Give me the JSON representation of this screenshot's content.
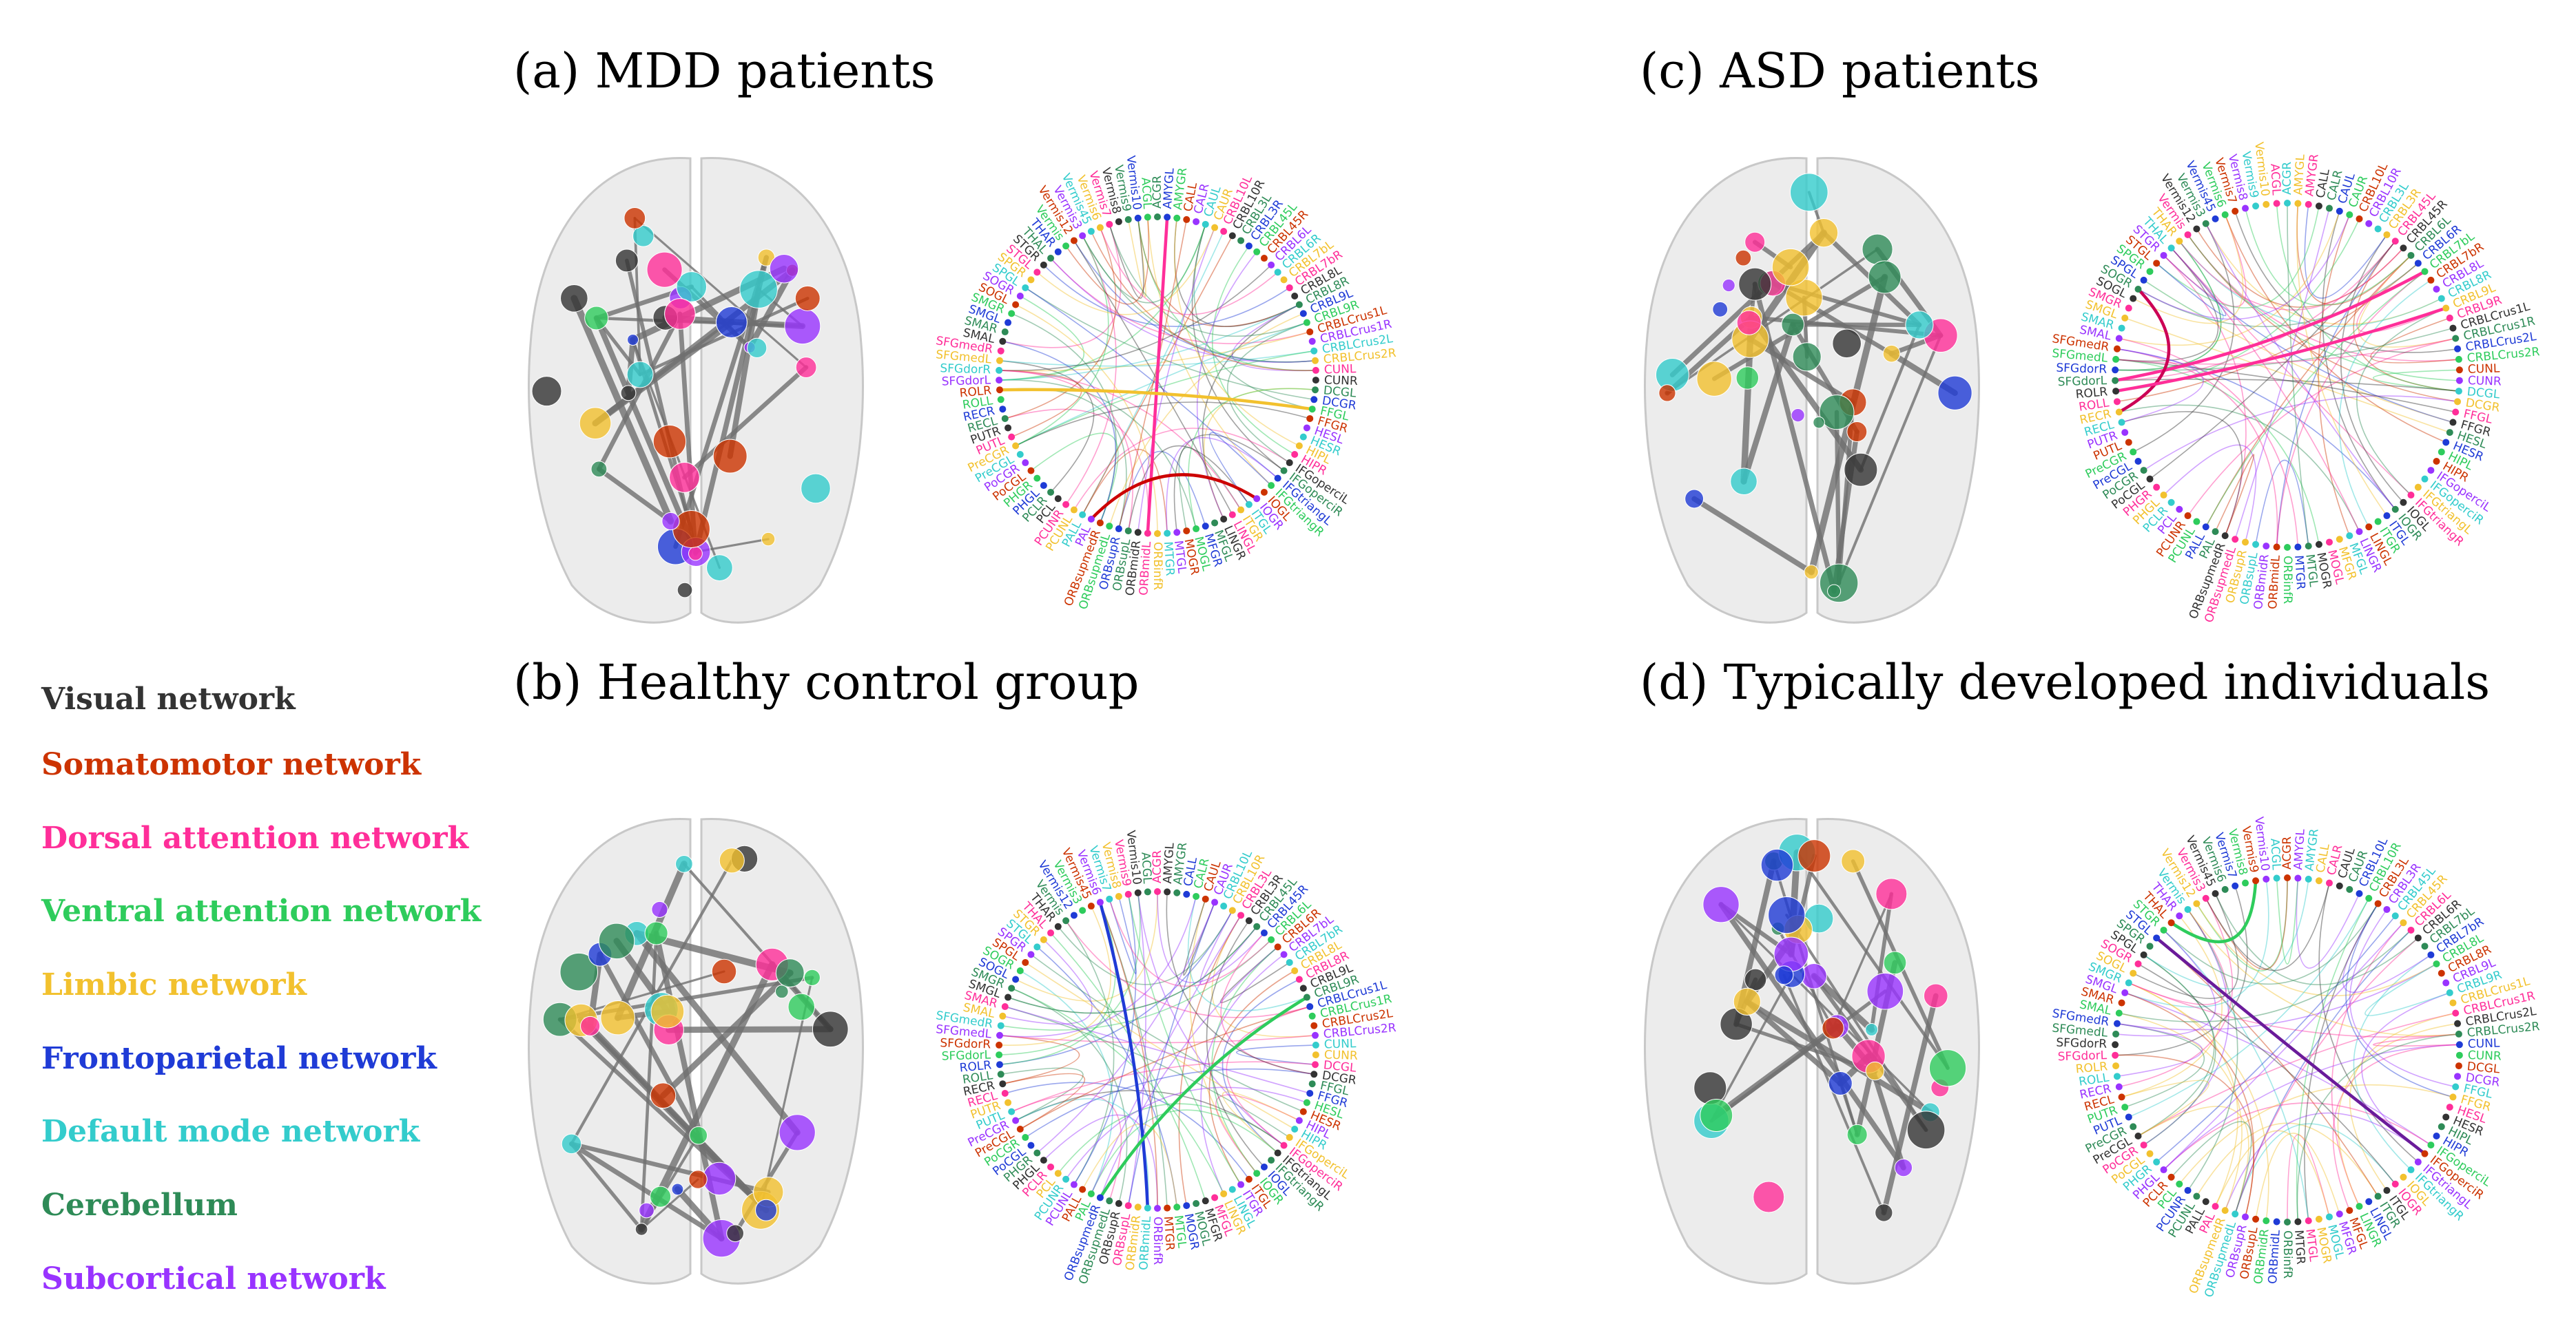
{
  "legend": [
    {
      "label": "Visual network",
      "color": "#333333"
    },
    {
      "label": "Somatomotor network",
      "color": "#cc3300"
    },
    {
      "label": "Dorsal attention network",
      "color": "#ff2e99"
    },
    {
      "label": "Ventral attention network",
      "color": "#2ecc5c"
    },
    {
      "label": "Limbic network",
      "color": "#f2c12e"
    },
    {
      "label": "Frontoparietal network",
      "color": "#1f3bd6"
    },
    {
      "label": "Default mode network",
      "color": "#33cccc"
    },
    {
      "label": "Cerebellum",
      "color": "#2e8b57"
    },
    {
      "label": "Subcortical network",
      "color": "#9933ff"
    }
  ],
  "panels": [
    {
      "id": "a",
      "title": "(a) MDD patients",
      "highlight_colors": [
        "#ff2e99",
        "#f2c12e",
        "#cc0000"
      ]
    },
    {
      "id": "b",
      "title": "(b) Healthy control group",
      "highlight_colors": [
        "#1f3bd6",
        "#2ecc5c"
      ]
    },
    {
      "id": "c",
      "title": "(c) ASD patients",
      "highlight_colors": [
        "#ff2e99",
        "#cc0055",
        "#ff2e99"
      ]
    },
    {
      "id": "d",
      "title": "(d) Typically developed individuals",
      "highlight_colors": [
        "#6a1b9a",
        "#2ecc5c"
      ]
    }
  ],
  "regions": [
    "ACGR",
    "AMYGL",
    "AMYGR",
    "CALL",
    "CALR",
    "CAUL",
    "CAUR",
    "CRBL10L",
    "CRBL10R",
    "CRBL3L",
    "CRBL3R",
    "CRBL45L",
    "CRBL45R",
    "CRBL6L",
    "CRBL6R",
    "CRBL7bL",
    "CRBL7bR",
    "CRBL8L",
    "CRBL8R",
    "CRBL9L",
    "CRBL9R",
    "CRBLCrus1L",
    "CRBLCrus1R",
    "CRBLCrus2L",
    "CRBLCrus2R",
    "CUNL",
    "CUNR",
    "DCGL",
    "DCGR",
    "FFGL",
    "FFGR",
    "HESL",
    "HESR",
    "HIPL",
    "HIPR",
    "IFGoperciL",
    "IFGoperciR",
    "IFGtriangL",
    "IFGtriangR",
    "IOGL",
    "IOGR",
    "ITGL",
    "ITGR",
    "LINGL",
    "LINGR",
    "MFGL",
    "MFGR",
    "MOGL",
    "MOGR",
    "MTGL",
    "MTGR",
    "ORBinfR",
    "ORBmidL",
    "ORBmidR",
    "ORBsupL",
    "ORBsupR",
    "ORBsupmedL",
    "ORBsupmedR",
    "PAL",
    "PALL",
    "PCUNL",
    "PCUNR",
    "PCL",
    "PCLR",
    "PHGL",
    "PHGR",
    "PoCGL",
    "PoCGR",
    "PreCGL",
    "PreCGR",
    "PUTL",
    "PUTR",
    "RECL",
    "RECR",
    "ROLL",
    "ROLR",
    "SFGdorL",
    "SFGdorR",
    "SFGmedL",
    "SFGmedR",
    "SMAL",
    "SMAR",
    "SMGL",
    "SMGR",
    "SOGL",
    "SOGR",
    "SPGL",
    "SPGR",
    "STGL",
    "STGR",
    "THAL",
    "THAR",
    "Vermis",
    "Vermis12",
    "Vermis3",
    "Vermis45",
    "Vermis6",
    "Vermis7",
    "Vermis8",
    "Vermis9",
    "Vermis10",
    "ACGL"
  ]
}
